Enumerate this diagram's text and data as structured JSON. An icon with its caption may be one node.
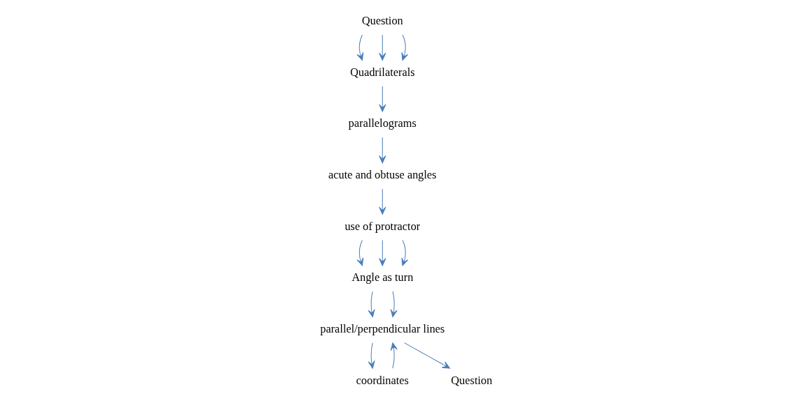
{
  "diagram": {
    "nodes": [
      {
        "text": [
          "Question"
        ]
      },
      {
        "text": [
          "Quadrilaterals"
        ]
      },
      {
        "text": [
          "parallelograms"
        ]
      },
      {
        "text": [
          "acute and obtuse angles"
        ]
      },
      {
        "text": [
          "use of protractor"
        ]
      },
      {
        "text": [
          "Angle as turn"
        ]
      },
      {
        "text": [
          "parallel/perpendicular lines"
        ]
      },
      {
        "text": [
          "coordinates"
        ]
      },
      {
        "text": [
          "Question"
        ]
      }
    ],
    "edges": [
      {
        "from": 0,
        "to": 1,
        "arrow": "to"
      },
      {
        "from": 0,
        "to": 1,
        "arrow": "to"
      },
      {
        "from": 0,
        "to": 1,
        "arrow": "to"
      },
      {
        "from": 1,
        "to": 2,
        "arrow": "to"
      },
      {
        "from": 2,
        "to": 3,
        "arrow": "to"
      },
      {
        "from": 3,
        "to": 4,
        "arrow": "to"
      },
      {
        "from": 4,
        "to": 5,
        "arrow": "to"
      },
      {
        "from": 4,
        "to": 5,
        "arrow": "to"
      },
      {
        "from": 4,
        "to": 5,
        "arrow": "to"
      },
      {
        "from": 5,
        "to": 6,
        "arrow": "to"
      },
      {
        "from": 5,
        "to": 6,
        "arrow": "to"
      },
      {
        "from": 6,
        "to": 7,
        "arrow": "to"
      },
      {
        "from": 7,
        "to": 6,
        "arrow": "to"
      },
      {
        "from": 6,
        "to": 8,
        "arrow": "to"
      }
    ]
  }
}
